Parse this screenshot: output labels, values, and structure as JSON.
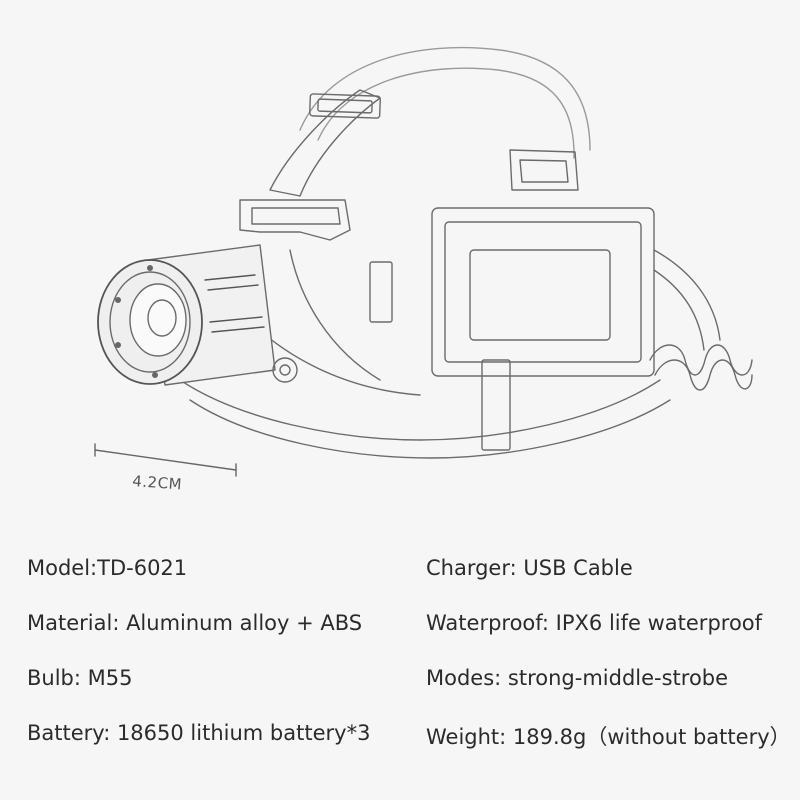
{
  "dimension_label": "4.2CM",
  "specs": {
    "model": "Model:TD-6021",
    "material": "Material: Aluminum alloy + ABS",
    "bulb": "Bulb: M55",
    "battery": "Battery: 18650 lithium battery*3",
    "charger": "Charger: USB Cable",
    "waterproof": "Waterproof: IPX6 life waterproof",
    "modes": "Modes: strong-middle-strobe",
    "weight": "Weight: 189.8g（without battery）"
  }
}
